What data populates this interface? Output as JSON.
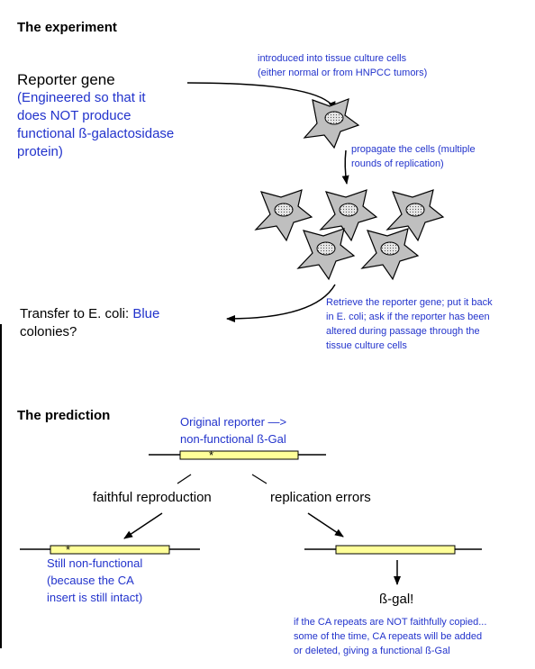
{
  "experiment": {
    "heading": "The experiment",
    "reporter_title": "Reporter gene",
    "reporter_note": [
      "(Engineered so that it",
      "does NOT produce",
      "functional ß-galactosidase",
      "protein)"
    ],
    "introduced_note": [
      "introduced into tissue culture cells",
      "(either normal or from HNPCC tumors)"
    ],
    "propagate_note": [
      "propagate the cells (multiple",
      "rounds of replication)"
    ],
    "transfer_prefix": "Transfer to E. coli: ",
    "transfer_blue": "Blue",
    "transfer_suffix": "colonies?",
    "retrieve_note": [
      "Retrieve the reporter gene; put it back",
      "in E. coli; ask if the reporter has been",
      "altered during passage through the",
      "tissue culture cells"
    ]
  },
  "prediction": {
    "heading": "The prediction",
    "original_label": [
      "Original reporter —>",
      "non-functional ß-Gal"
    ],
    "marker": "*",
    "faithful_label": "faithful reproduction",
    "errors_label": "replication errors",
    "still_note": [
      "Still non-functional",
      "(because the CA",
      "insert is still intact)"
    ],
    "bgal_label": "ß-gal!",
    "errors_note": [
      "if the CA repeats are NOT faithfully copied...",
      "some of the time, CA repeats will be added",
      "or deleted, giving a functional ß-Gal"
    ]
  },
  "colors": {
    "note_blue": "#2233cc",
    "gene_yellow": "#ffff99",
    "cell_gray": "#bfbfbf",
    "nucleus_gray": "#e6e6e6"
  }
}
